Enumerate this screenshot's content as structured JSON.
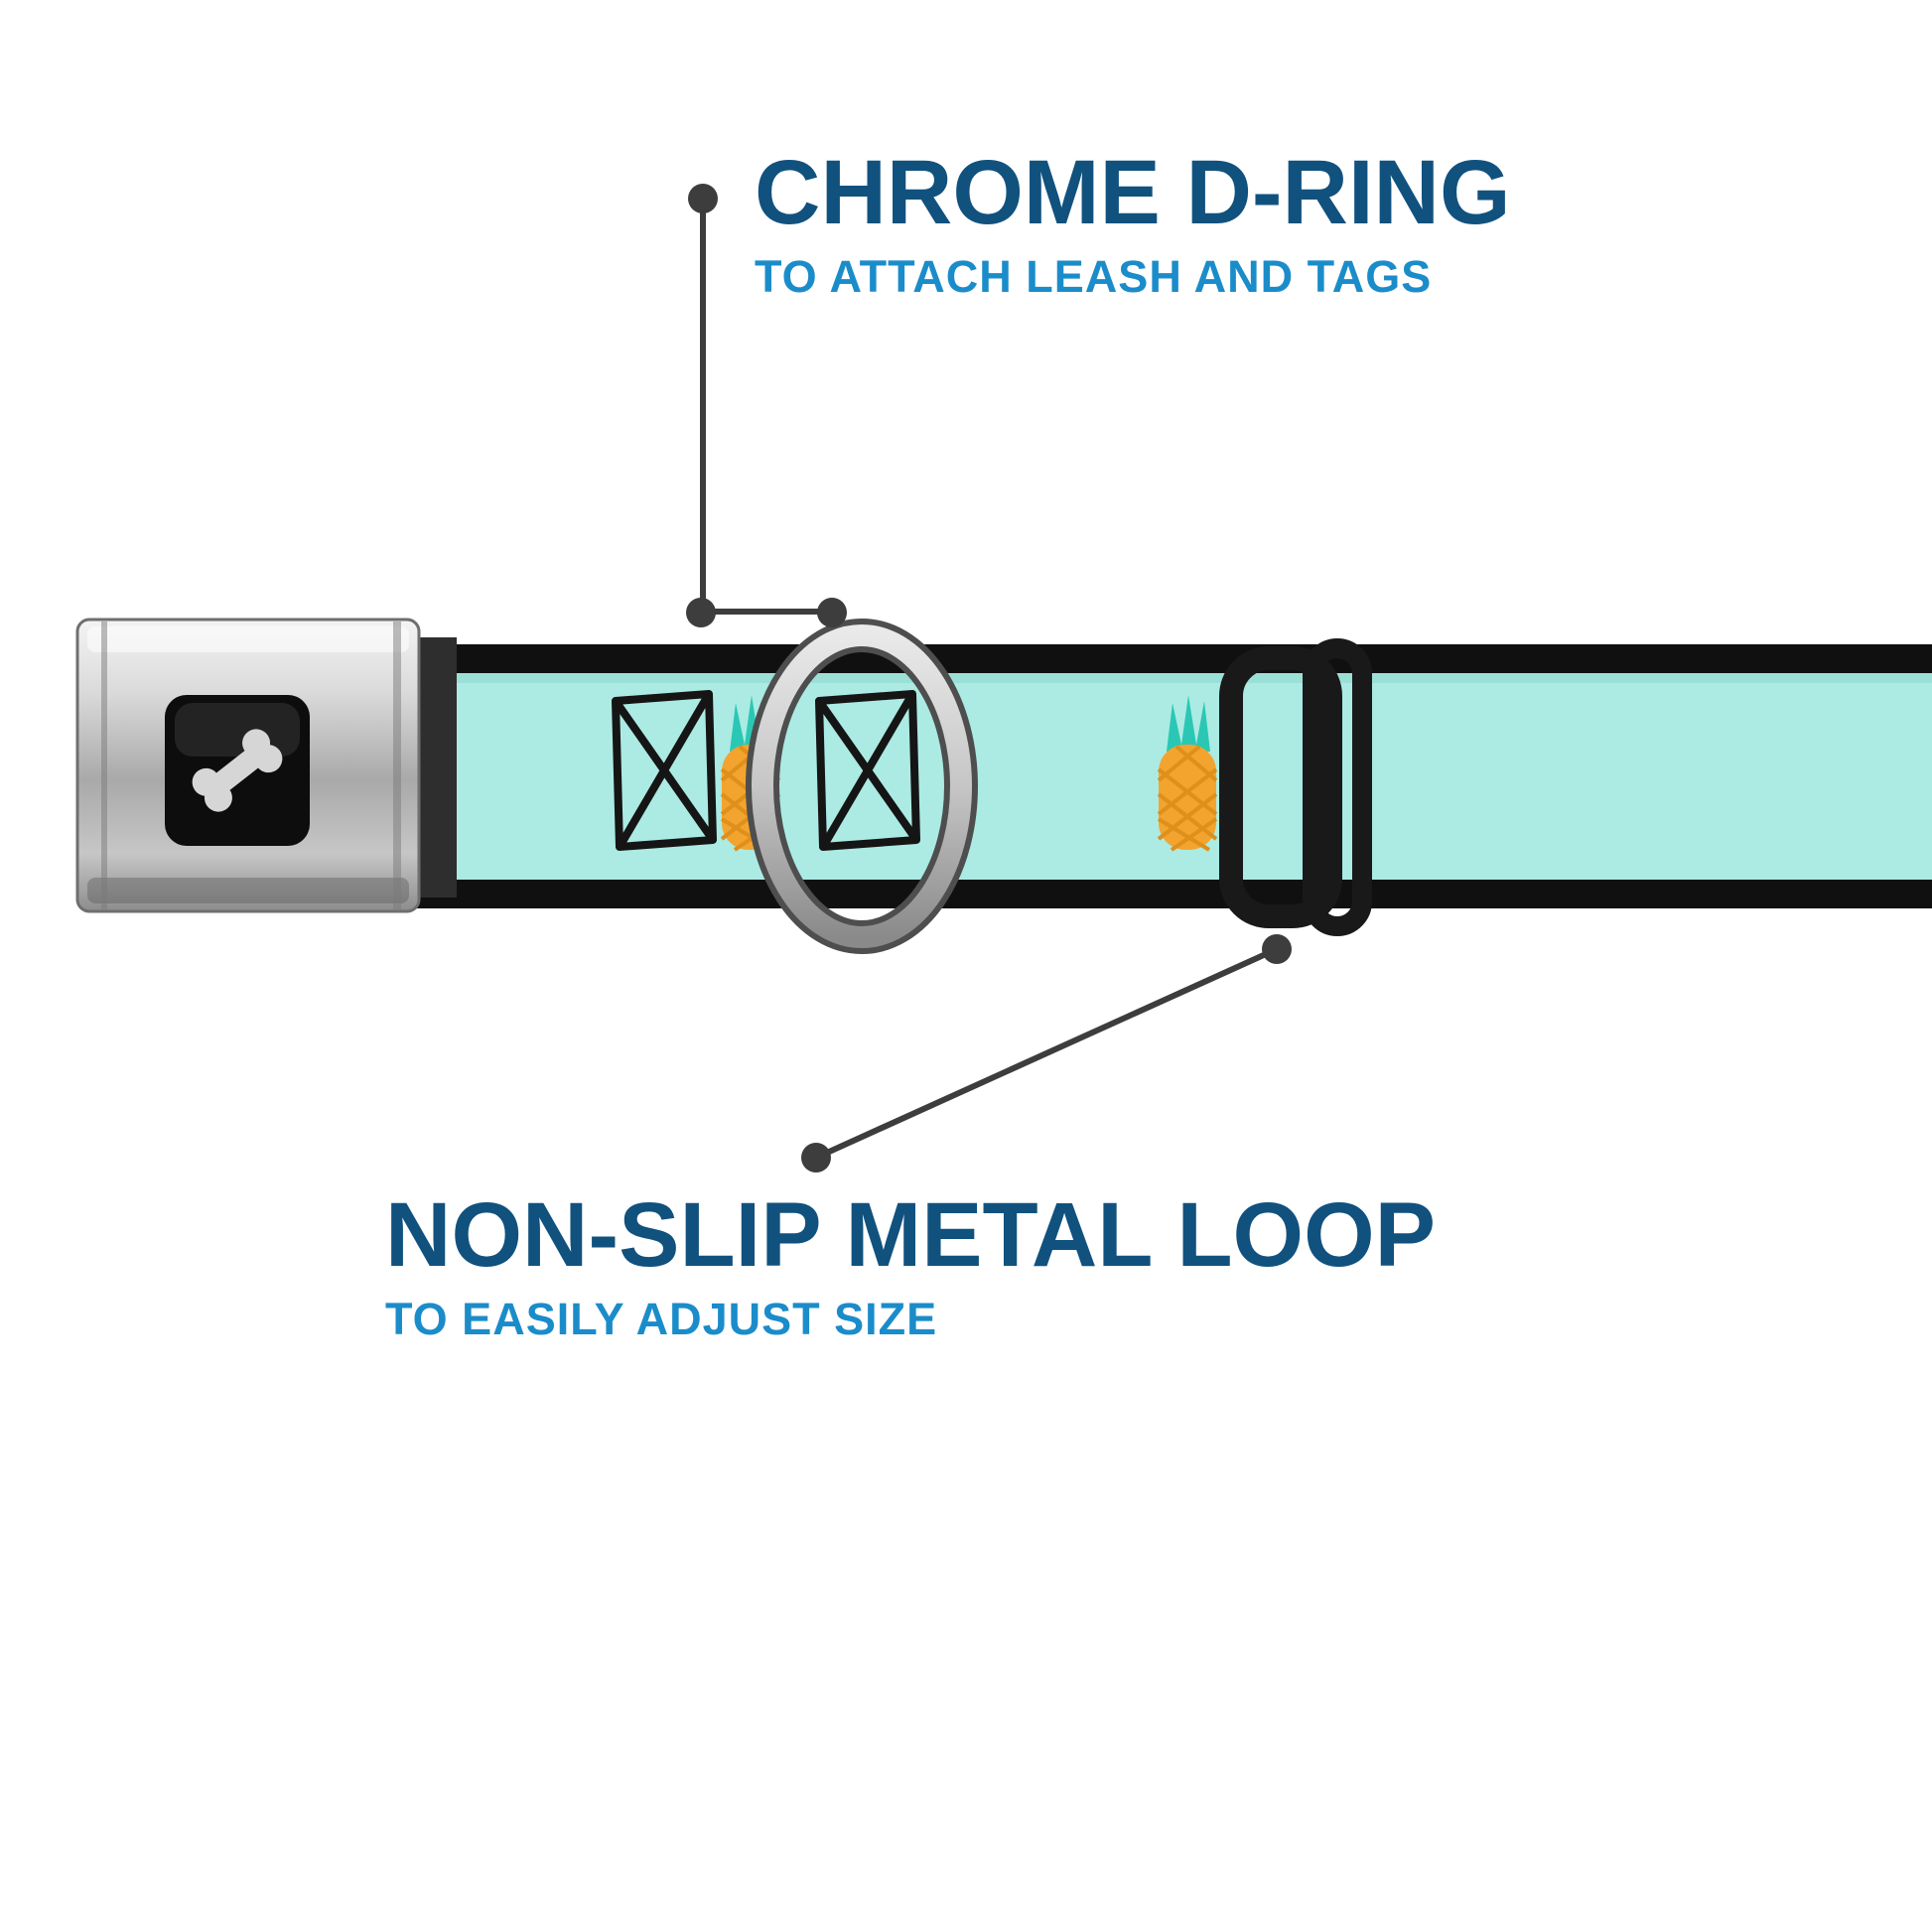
{
  "page": {
    "background_color": "#ffffff",
    "description": "Product callout image of a seatbelt-buckle style dog collar with pineapple pattern"
  },
  "callouts": {
    "top": {
      "title": "CHROME D-RING",
      "subtitle": "TO ATTACH LEASH AND TAGS",
      "title_color": "#11517e",
      "subtitle_color": "#1b8cca"
    },
    "bottom": {
      "title": "NON-SLIP METAL LOOP",
      "subtitle": "TO EASILY ADJUST SIZE",
      "title_color": "#11517e",
      "subtitle_color": "#1b8cca"
    }
  },
  "product": {
    "strap_color": "#ABEBE3",
    "strap_edge_color": "#101010",
    "pattern_icons": [
      "sketched-square-x-icon",
      "pineapple-icon"
    ],
    "pineapple_body_color": "#F3A42E",
    "pineapple_crown_color": "#2BC7B5",
    "buckle_icon": "dog-bone-icon",
    "buckle_color": "#c2c2c2",
    "buckle_center_color": "#0d0d0d",
    "bone_icon_color": "#d6d6d6",
    "d_ring_color": "#bdbdbd",
    "metal_loop_color": "#191919",
    "callout_line_color": "#3d3d3d"
  }
}
